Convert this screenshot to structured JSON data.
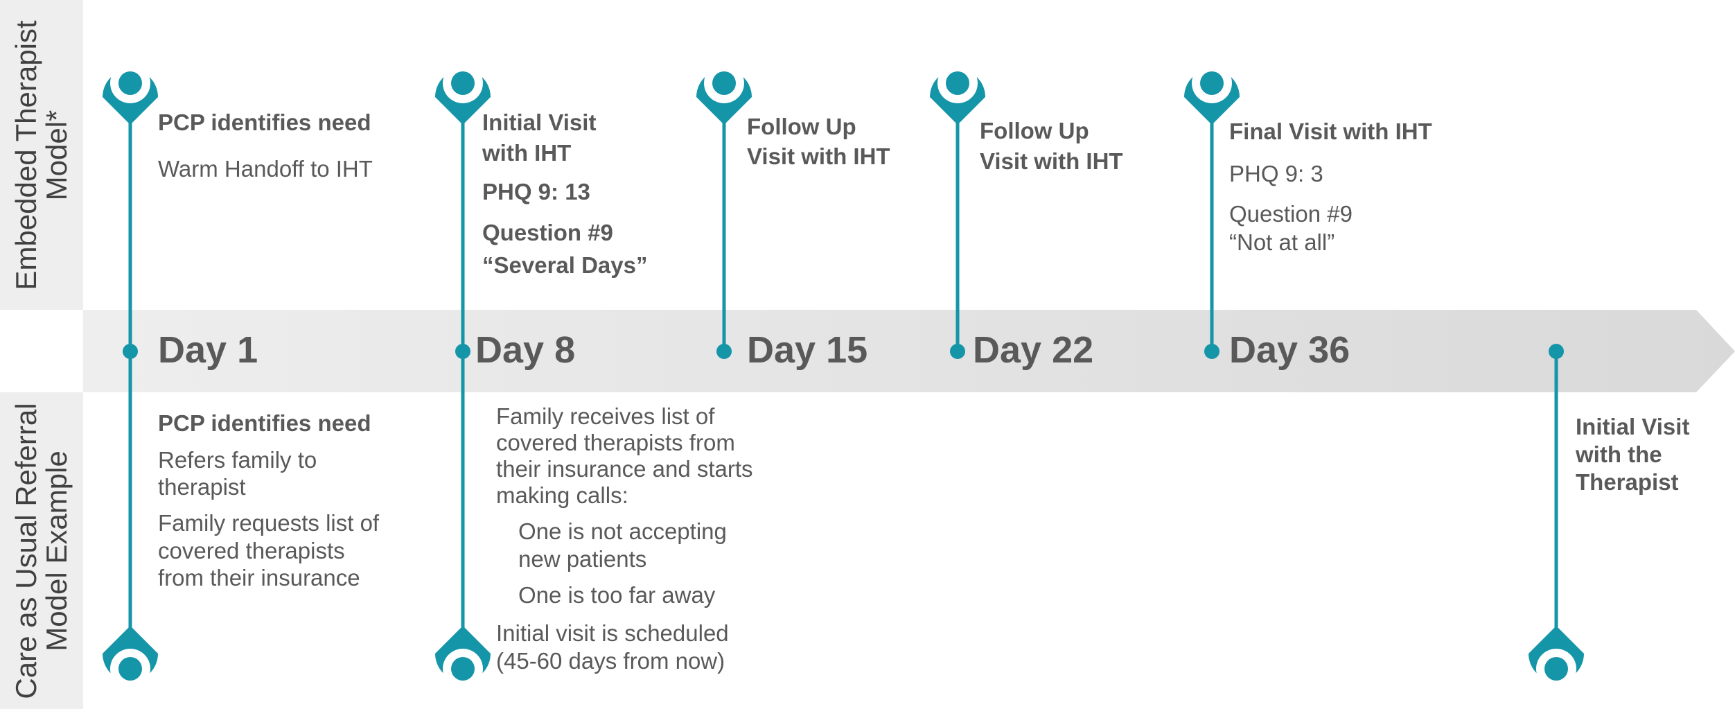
{
  "colors": {
    "teal": "#1595a8",
    "text": "#595959",
    "band": "#d9d9d9",
    "sidebar": "#eeeeee"
  },
  "side_labels": {
    "top": [
      "Embedded Therapist",
      "Model*"
    ],
    "bottom": [
      "Care as Usual Referral",
      "Model Example"
    ]
  },
  "days": [
    "Day 1",
    "Day 8",
    "Day 15",
    "Day 22",
    "Day 36"
  ],
  "embedded": {
    "day1": {
      "title": "PCP identifies need",
      "detail": "Warm Handoff to IHT"
    },
    "day8": {
      "title_1": "Initial Visit",
      "title_2": "with IHT",
      "phq": "PHQ 9: 13",
      "q9_1": "Question #9",
      "q9_2": "“Several Days”"
    },
    "day15": {
      "title_1": "Follow Up",
      "title_2": "Visit with IHT"
    },
    "day22": {
      "title_1": "Follow Up",
      "title_2": "Visit with IHT"
    },
    "day36": {
      "title": "Final Visit with IHT",
      "phq": "PHQ 9: 3",
      "q9_1": "Question #9",
      "q9_2": "“Not at all”"
    }
  },
  "usual": {
    "day1": {
      "title": "PCP identifies need",
      "l1": "Refers family to",
      "l2": "therapist",
      "l3": "Family requests list of",
      "l4": "covered therapists",
      "l5": "from their insurance"
    },
    "day8": {
      "l1": "Family receives list of",
      "l2": "covered therapists from",
      "l3": "their insurance and starts",
      "l4": "making calls:",
      "s1": "One is not accepting",
      "s2": "new patients",
      "s3": "One is too far away",
      "l5": "Initial visit is scheduled",
      "l6": "(45-60 days from now)"
    },
    "final": {
      "l1": "Initial Visit",
      "l2": "with the",
      "l3": "Therapist"
    }
  }
}
